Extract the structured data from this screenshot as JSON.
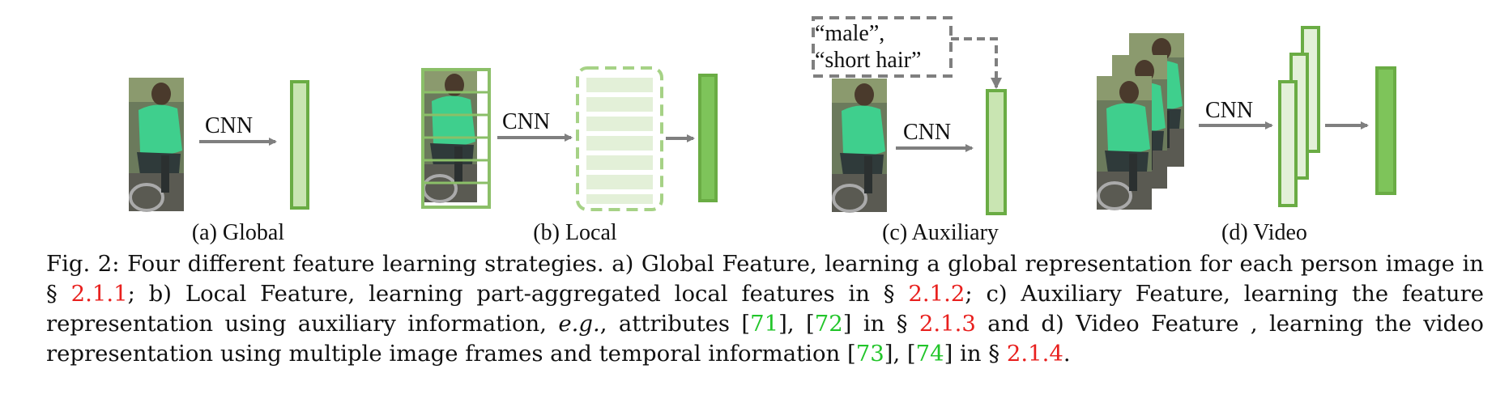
{
  "panels": {
    "global": {
      "label": "(a) Global",
      "arrow_label": "CNN"
    },
    "local": {
      "label": "(b) Local",
      "arrow_label": "CNN"
    },
    "auxiliary": {
      "label": "(c) Auxiliary",
      "arrow_label": "CNN",
      "attr_line1": "“male”,",
      "attr_line2": "“short hair”"
    },
    "video": {
      "label": "(d) Video",
      "arrow_label": "CNN"
    }
  },
  "caption": {
    "p1": "Fig. 2: Four different feature learning strategies. a) Global Feature, learning a global representation for each person image in § ",
    "ref1": "2.1.1",
    "p2": "; b) Local Feature, learning part-aggregated local features in § ",
    "ref2": "2.1.2",
    "p3": "; c) Auxiliary Feature, learning the feature representation using auxiliary information, ",
    "eg": "e.g.",
    "p4": ", attributes [",
    "cite1": "71",
    "p5": "], [",
    "cite2": "72",
    "p6": "] in § ",
    "ref3": "2.1.3",
    "p7": " and d) Video Feature , learning the video representation using multiple image frames and temporal information [",
    "cite3": "73",
    "p8": "], [",
    "cite4": "74",
    "p9": "] in § ",
    "ref4": "2.1.4",
    "p10": "."
  },
  "colors": {
    "feature_fill": "#c9e5b2",
    "feature_stroke": "#6aac44",
    "arrow": "#7f7f7f",
    "ref_red": "#e8201e",
    "cite_green": "#22c52a"
  }
}
